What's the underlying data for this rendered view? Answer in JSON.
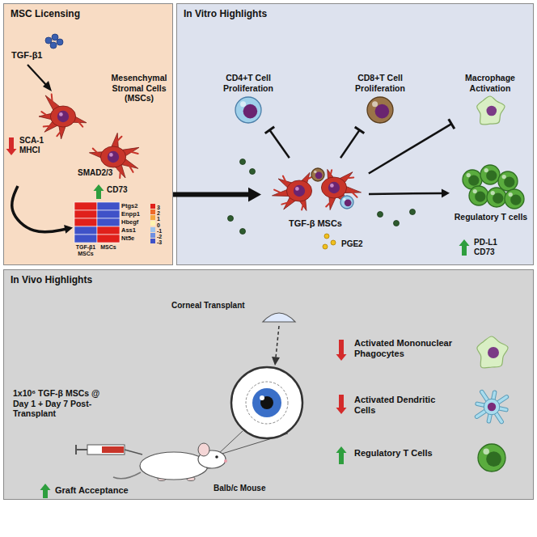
{
  "diagram": {
    "nodes": [
      {
        "text": [
          "MSC Licensing"
        ]
      },
      {
        "text": [
          "Mesenchymal Stromal Cells (MSCs)"
        ],
        "in": 0
      },
      {
        "text": [
          "Ptgs2",
          "Enpp1",
          "Hbegf",
          "Ass1",
          "Nt5e",
          "TGF-β1 MSCs",
          "MSCs"
        ],
        "in": 0
      },
      {
        "text": [
          "In Vitro Highlights"
        ]
      },
      {
        "text": [
          "CD4+T Cell Proliferation"
        ],
        "in": 3
      },
      {
        "text": [
          "CD8+T Cell Proliferation"
        ],
        "in": 3
      },
      {
        "text": [
          "Macrophage Activation"
        ],
        "in": 3
      },
      {
        "text": [
          "TGF-β MSCs"
        ],
        "in": 3
      },
      {
        "text": [
          "Regulatory T cells"
        ],
        "in": 3
      },
      {
        "text": [
          "In Vivo Highlights"
        ]
      }
    ],
    "edges": [
      {
        "from": 1,
        "to": 2,
        "arrow": "to"
      },
      {
        "from": 0,
        "to": 7,
        "arrow": "to"
      },
      {
        "from": 7,
        "to": 4,
        "arrow": "to"
      },
      {
        "from": 7,
        "to": 5,
        "arrow": "to"
      },
      {
        "from": 7,
        "to": 6,
        "arrow": "to"
      },
      {
        "from": 7,
        "to": 8,
        "arrow": "to"
      }
    ],
    "labels": [
      "TGF-β1",
      "SCA-1 MHCI",
      "SMAD2/3",
      "CD73",
      "PGE2",
      "PD-L1 CD73",
      "Corneal Transplant",
      "1x10⁶ TGF-β MSCs @ Day 1 + Day 7 Post-Transplant",
      "Balb/c Mouse",
      "Graft Acceptance",
      "Activated Mononuclear Phagocytes",
      "Activated Dendritic Cells",
      "Regulatory T Cells"
    ],
    "legend": [
      {
        "text": "3",
        "color": "#e0201b"
      },
      {
        "text": "2",
        "color": "#ee6a2a"
      },
      {
        "text": "1",
        "color": "#f5a640"
      },
      {
        "text": "0",
        "color": "#fff3b0"
      },
      {
        "text": "-1",
        "color": "#9ec3ec"
      },
      {
        "text": "-2",
        "color": "#6f8fe0"
      },
      {
        "text": "-3",
        "color": "#3f52c8"
      }
    ]
  }
}
